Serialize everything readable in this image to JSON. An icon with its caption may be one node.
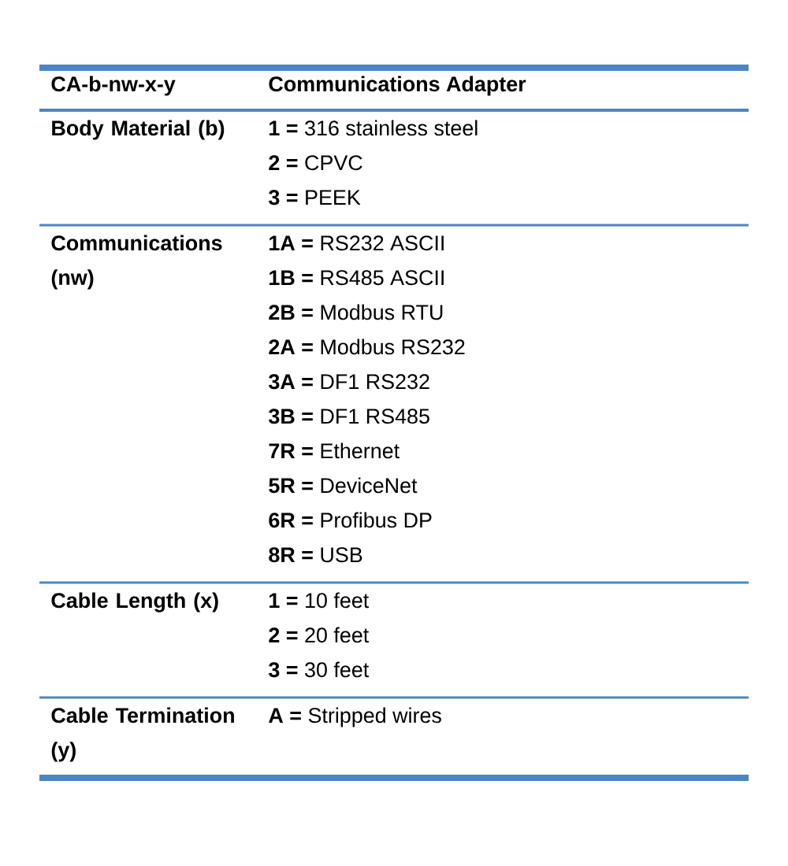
{
  "diagram": {
    "labels": [
      "CA-b-nw-x-y",
      "Communications Adapter",
      "Body Material (b)",
      "**1 =** 316 stainless steel",
      "**2 =** CPVC",
      "**3 =** PEEK",
      "Communications (nw)",
      "**1A =** RS232 ASCII",
      "**1B =** RS485 ASCII",
      "**2B =** Modbus RTU",
      "**2A =** Modbus RS232",
      "**3A =** DF1 RS232",
      "**3B =** DF1 RS485",
      "**7R =** Ethernet",
      "**5R =** DeviceNet",
      "**6R =** Profibus DP",
      "**8R =** USB",
      "Cable Length (x)",
      "**1 =** 10 feet",
      "**2 =** 20 feet",
      "**3 =** 30 feet",
      "Cable Termination (y)",
      "**A =** Stripped wires"
    ]
  }
}
